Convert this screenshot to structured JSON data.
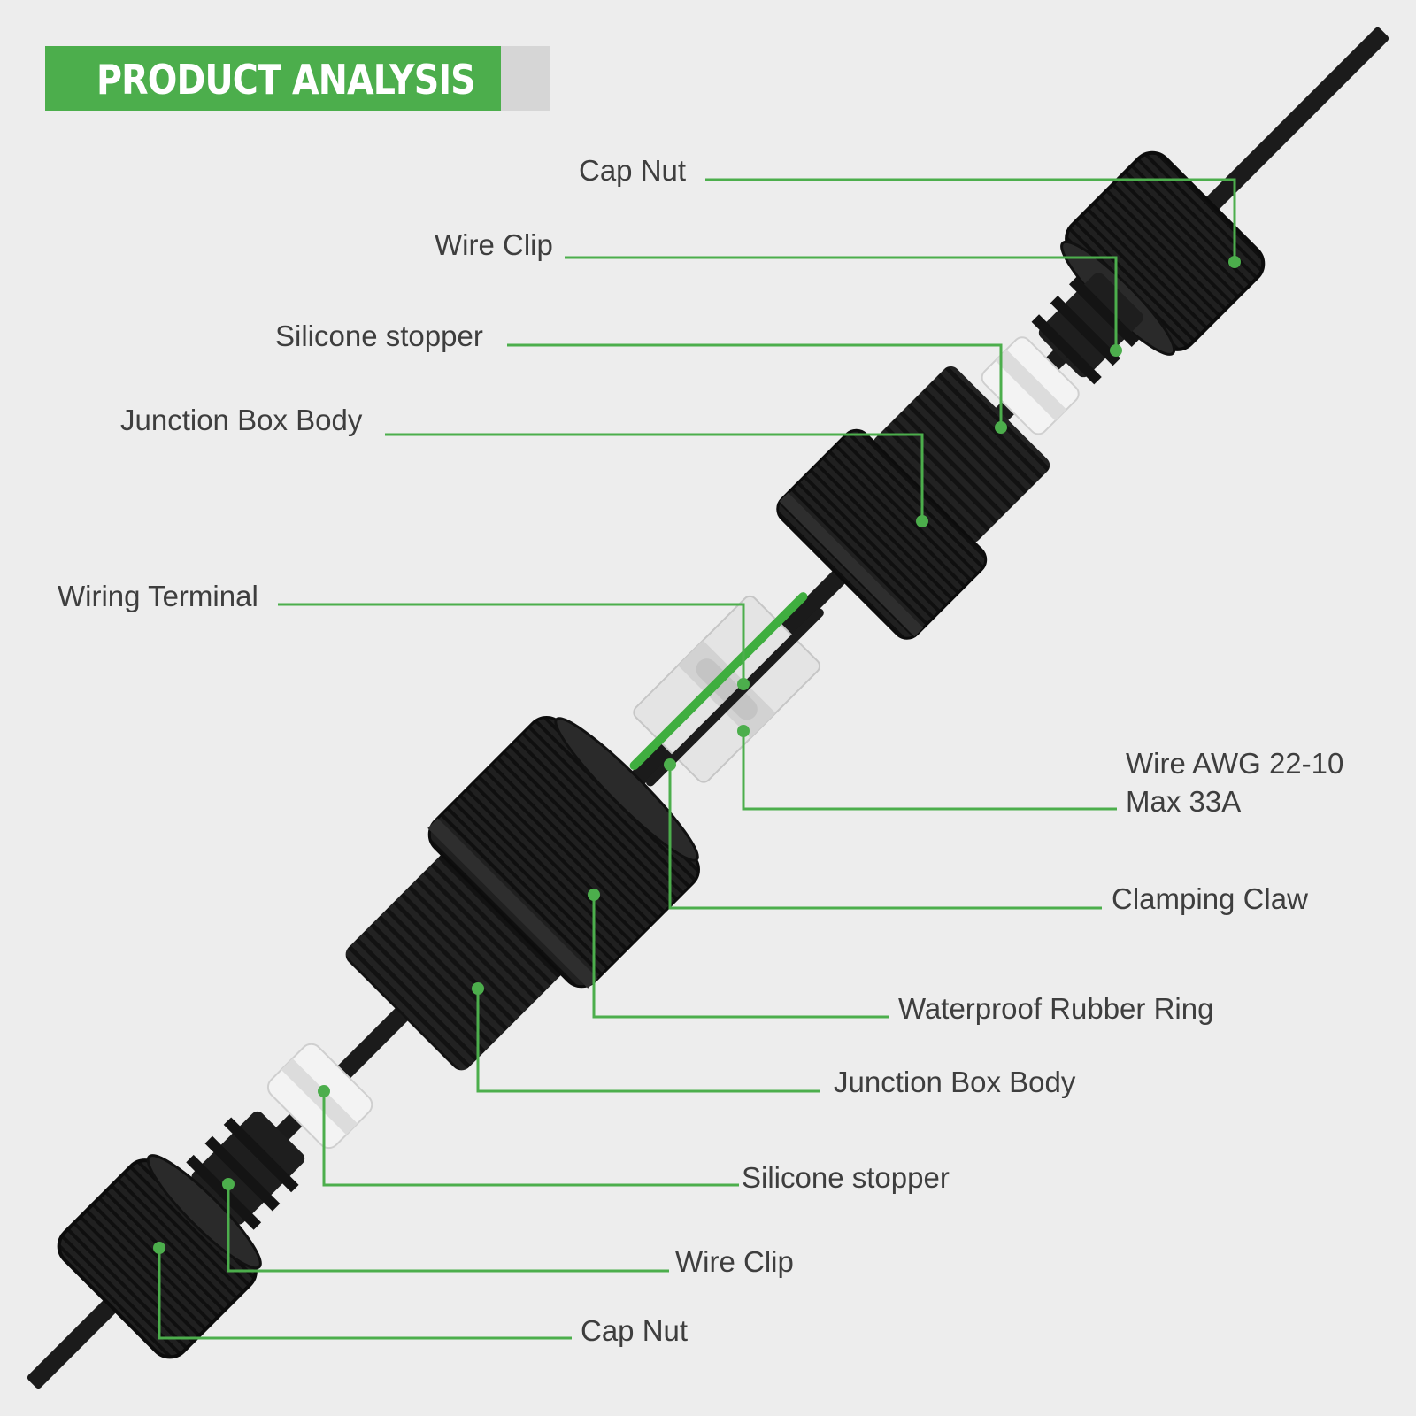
{
  "header": {
    "title": "PRODUCT ANALYSIS"
  },
  "colors": {
    "accent": "#4cae4c",
    "banner_grey": "#d6d6d6",
    "background": "#ededed",
    "text": "#3e3e3e",
    "part_black": "#1c1c1c",
    "part_white": "#f2f2f2"
  },
  "labels": {
    "cap_nut_top": "Cap Nut",
    "wire_clip_top": "Wire Clip",
    "silicone_stopper_top": "Silicone stopper",
    "junction_box_body_top": "Junction Box Body",
    "wiring_terminal": "Wiring Terminal",
    "wire_spec_line1": "Wire AWG 22-10",
    "wire_spec_line2": "Max 33A",
    "clamping_claw": "Clamping Claw",
    "waterproof_rubber_ring": "Waterproof Rubber Ring",
    "junction_box_body_bottom": "Junction Box Body",
    "silicone_stopper_bottom": "Silicone stopper",
    "wire_clip_bottom": "Wire Clip",
    "cap_nut_bottom": "Cap Nut"
  }
}
